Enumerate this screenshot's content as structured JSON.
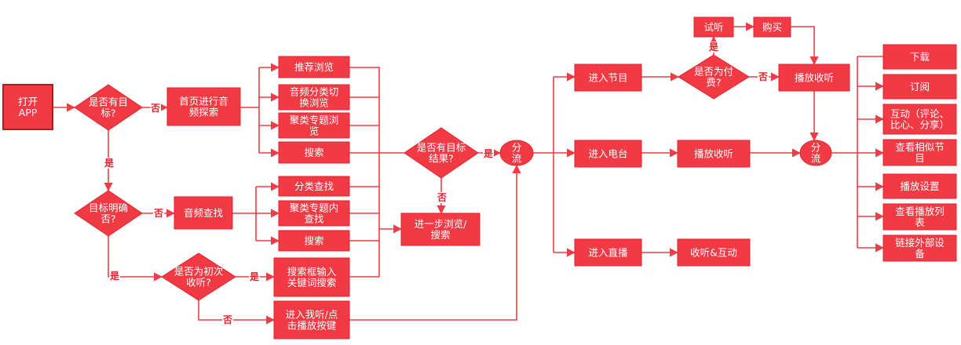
{
  "nodes": {
    "open_app": [
      "打开",
      "APP"
    ],
    "has_goal": [
      "是否有目",
      "标?"
    ],
    "home_browse": [
      "首页进行音",
      "频探索"
    ],
    "rec_browse": [
      "推荐浏览"
    ],
    "cat_switch": [
      "音频分类切",
      "换浏览"
    ],
    "topic_browse": [
      "聚类专题浏",
      "览"
    ],
    "search1": [
      "搜索"
    ],
    "goal_clear": [
      "目标明确",
      "否?"
    ],
    "audio_find": [
      "音频查找"
    ],
    "cat_find": [
      "分类查找"
    ],
    "topic_find": [
      "聚类专题内",
      "查找"
    ],
    "search2": [
      "搜索"
    ],
    "first_listen": [
      "是否为初次",
      "收听?"
    ],
    "search_kw": [
      "搜索框输入",
      "关键词搜索"
    ],
    "my_listen": [
      "进入我听/点",
      "击播放按键"
    ],
    "has_result": [
      "是否有目标",
      "结果?"
    ],
    "further": [
      "进一步浏览/",
      "搜索"
    ],
    "split1": [
      "分",
      "流"
    ],
    "prog": [
      "进入节目"
    ],
    "radio": [
      "进入电台"
    ],
    "live": [
      "进入直播"
    ],
    "is_paid": [
      "是否为付",
      "费?"
    ],
    "trial": [
      "试听"
    ],
    "buy": [
      "购买"
    ],
    "play1": [
      "播放收听"
    ],
    "play2": [
      "播放收听"
    ],
    "listen_interact": [
      "收听&互动"
    ],
    "split2": [
      "分",
      "流"
    ],
    "download": [
      "下载"
    ],
    "subscribe": [
      "订阅"
    ],
    "interact": [
      "互动（评论、",
      "比心、分享）"
    ],
    "similar": [
      "查看相似节",
      "目"
    ],
    "play_set": [
      "播放设置"
    ],
    "playlist": [
      "查看播放列",
      "表"
    ],
    "ext_dev": [
      "链接外部设",
      "备"
    ]
  },
  "edge_labels": {
    "no": "否",
    "yes": "是"
  },
  "colors": {
    "fill": "#f23a45",
    "stroke": "#e0262f",
    "edge": "#ee3d46",
    "label": "#e2232c"
  }
}
